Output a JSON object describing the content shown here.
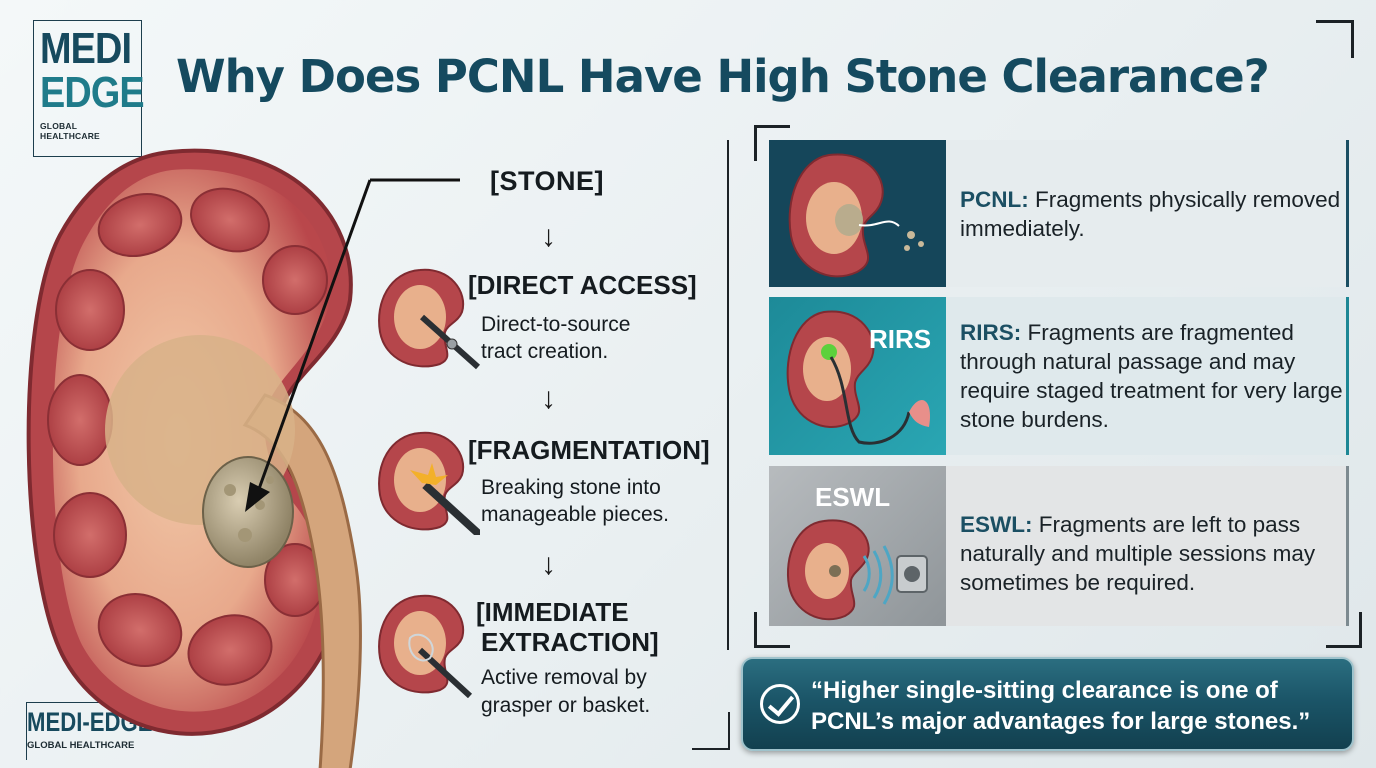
{
  "title": "Why Does PCNL Have High Stone Clearance?",
  "logo_top": {
    "line1": "MEDI",
    "line2": "EDGE",
    "subtitle": "GLOBAL HEALTHCARE"
  },
  "logo_bottom": {
    "name": "MEDI-EDGE",
    "subtitle": "GLOBAL HEALTHCARE"
  },
  "flow": {
    "stone_label": "[STONE]",
    "arrow": "↓",
    "steps": [
      {
        "heading": "[DIRECT ACCESS]",
        "text_line1": "Direct-to-source",
        "text_line2": "tract creation."
      },
      {
        "heading": "[FRAGMENTATION]",
        "text_line1": "Breaking stone into",
        "text_line2": "manageable pieces."
      },
      {
        "heading_line1": "[IMMEDIATE",
        "heading_line2": "EXTRACTION]",
        "text_line1": "Active removal by",
        "text_line2": "grasper or basket."
      }
    ]
  },
  "panels": [
    {
      "tag": "",
      "label": "PCNL:",
      "text": " Fragments physically removed immediately."
    },
    {
      "tag": "RIRS",
      "label": "RIRS:",
      "text": " Fragments are fragmented through natural passage and may require staged treatment for very large stone burdens."
    },
    {
      "tag": "ESWL",
      "label": "ESWL:",
      "text": " Fragments are left to pass naturally and multiple sessions may sometimes be required."
    }
  ],
  "quote": {
    "line1": "“Higher single-sitting clearance is one of",
    "line2": "PCNL’s major advantages for large stones.”"
  },
  "colors": {
    "brand_dark": "#174a5e",
    "brand_teal": "#1f7b8a",
    "kidney": "#c8575a"
  }
}
